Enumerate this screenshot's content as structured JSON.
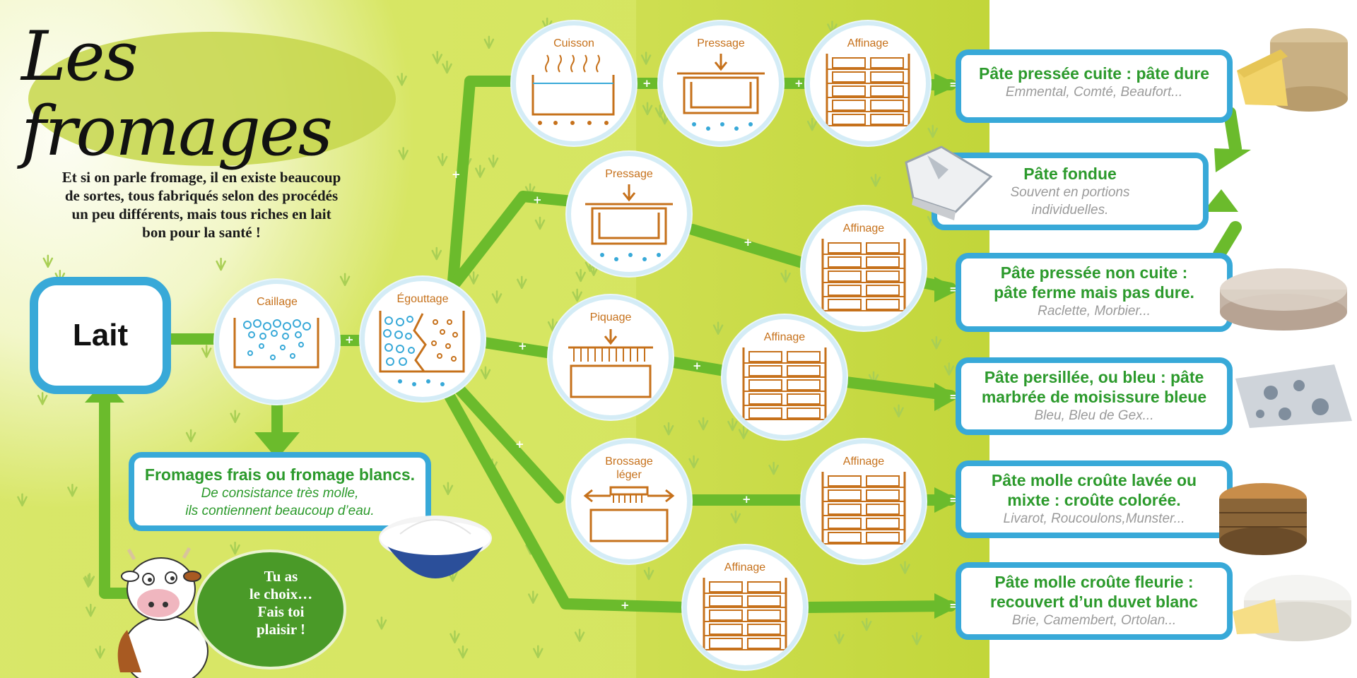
{
  "title": "Les fromages",
  "intro": [
    "Et si on parle fromage, il en existe beaucoup",
    "de sortes, tous fabriqués selon des procédés",
    "un peu différents, mais tous riches en lait",
    "bon pour la santé !"
  ],
  "start_label": "Lait",
  "steps": {
    "caillage": "Caillage",
    "egouttage": "Égouttage",
    "cuisson": "Cuisson",
    "pressage": "Pressage",
    "affinage": "Affinage",
    "piquage": "Piquage",
    "brossage": [
      "Brossage",
      "léger"
    ]
  },
  "frais": {
    "title": "Fromages frais ou fromage blancs.",
    "line1": "De consistance très molle,",
    "line2": "ils contiennent beaucoup d’eau."
  },
  "results": [
    {
      "title": [
        "Pâte pressée cuite : pâte dure"
      ],
      "examples": [
        "Emmental, Comté, Beaufort..."
      ]
    },
    {
      "title": [
        "Pâte fondue"
      ],
      "examples": [
        "Souvent en portions",
        "individuelles."
      ]
    },
    {
      "title": [
        "Pâte pressée non cuite :",
        "pâte ferme mais pas dure."
      ],
      "examples": [
        "Raclette, Morbier..."
      ]
    },
    {
      "title": [
        "Pâte persillée, ou bleu : pâte",
        "marbrée de moisissure bleue"
      ],
      "examples": [
        "Bleu, Bleu de Gex..."
      ]
    },
    {
      "title": [
        "Pâte molle croûte lavée ou",
        "mixte  : croûte colorée."
      ],
      "examples": [
        "Livarot, Roucoulons,Munster..."
      ]
    },
    {
      "title": [
        "Pâte molle croûte fleurie :",
        "recouvert d’un duvet blanc"
      ],
      "examples": [
        "Brie, Camembert, Ortolan..."
      ]
    }
  ],
  "bubble": [
    "Tu as",
    "le choix…",
    "Fais toi",
    "plaisir !"
  ],
  "connectors": {
    "plus": "+",
    "equals": "="
  },
  "colors": {
    "green": "#6bbb2c",
    "dark_green": "#2c9a2c",
    "blue_border": "#38a9d8",
    "orange": "#c6711b",
    "bg_lime": "#c9dc3c"
  },
  "icons": [
    "pot-icon",
    "press-icon",
    "shelf-icon",
    "needle-icon",
    "brush-icon",
    "drain-icon",
    "cheese-image",
    "yogurt-bowl-image",
    "cow-mascot"
  ]
}
